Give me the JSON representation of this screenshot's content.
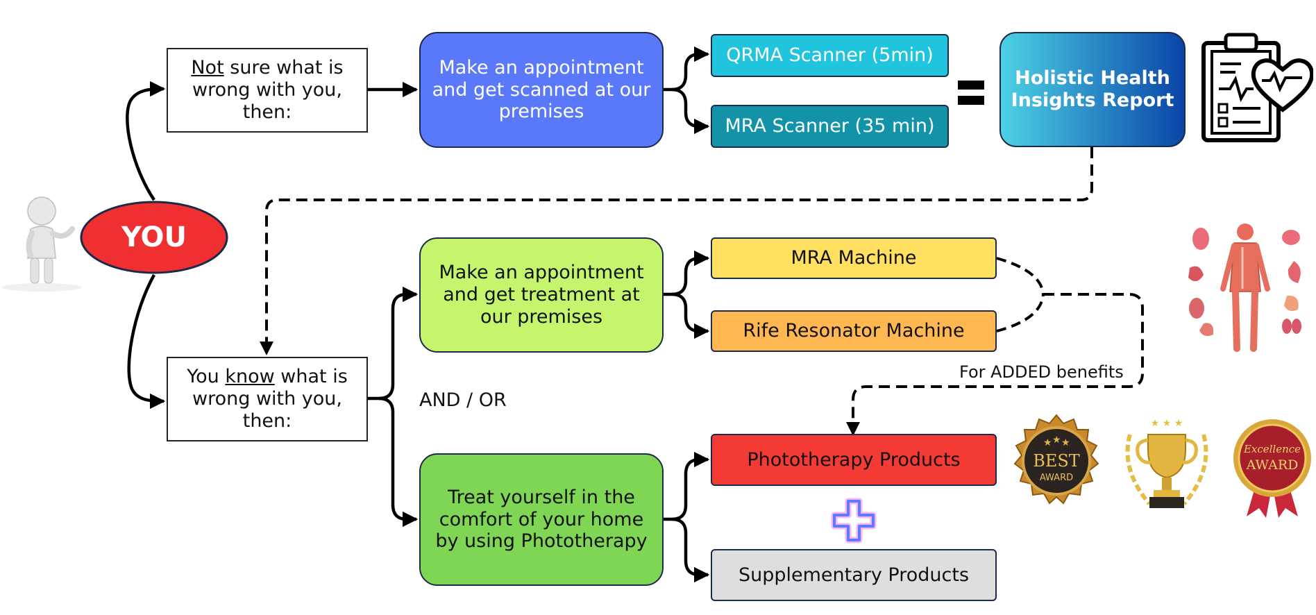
{
  "you_label": "YOU",
  "question_not": {
    "part1": "Not",
    "part2": " sure what is wrong with you, then:"
  },
  "question_know": {
    "part1": "You ",
    "part2": "know",
    "part3": " what is wrong with you, then:"
  },
  "step_scan": "Make an appointment and get scanned at our premises",
  "step_treatment": "Make an appointment and get treatment at our premises",
  "step_home": "Treat yourself in the comfort of your home by using Phototherapy",
  "scanners": [
    "QRMA Scanner (5min)",
    "MRA Scanner (35 min)"
  ],
  "report": "Holistic Health Insights Report",
  "machines": [
    "MRA Machine",
    "Rife Resonator Machine"
  ],
  "products": [
    "Phototherapy Products",
    "Supplementary Products"
  ],
  "and_or": "AND / OR",
  "added_benefits": "For ADDED benefits",
  "award_best_line1": "BEST",
  "award_best_line2": "AWARD",
  "award_excellence_line1": "Excellence",
  "award_excellence_line2": "AWARD",
  "colors": {
    "you": "#f03030",
    "scan_step": "#5a78fa",
    "qrma": "#20c4dc",
    "mra_scanner": "#1293a8",
    "report_from": "#4dd2e4",
    "report_to": "#0a45a8",
    "treatment_step": "#c4f56c",
    "home_step": "#7fd655",
    "mra_machine": "#ffe060",
    "rife_machine": "#ffb752",
    "phototherapy": "#f43a34",
    "supplementary": "#dedede"
  },
  "icons": [
    "person-figure-icon",
    "clipboard-heart-icon",
    "equals-icon",
    "anatomy-figure-icon",
    "plus-neon-icon",
    "best-award-badge-icon",
    "trophy-icon",
    "excellence-award-badge-icon"
  ]
}
